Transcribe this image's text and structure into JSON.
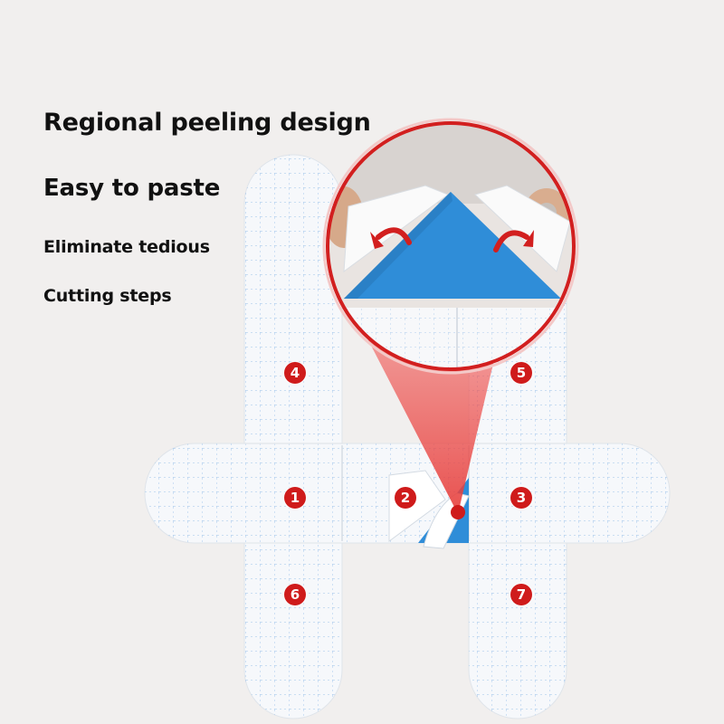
{
  "captions": [
    "Regional peeling design",
    "Easy to paste",
    "Eliminate tedious",
    "Cutting steps"
  ],
  "badges": [
    "4",
    "5",
    "1",
    "2",
    "3",
    "6",
    "7"
  ],
  "colors": {
    "background": "#f1efee",
    "tape_face": "#f6f8fb",
    "tape_grid": "#9fc4ea",
    "kinesiology_blue": "#2f8dd8",
    "badge_red": "#cf1b1b",
    "magnifier_ring": "#d21f1f",
    "beam": "#f0524f"
  }
}
